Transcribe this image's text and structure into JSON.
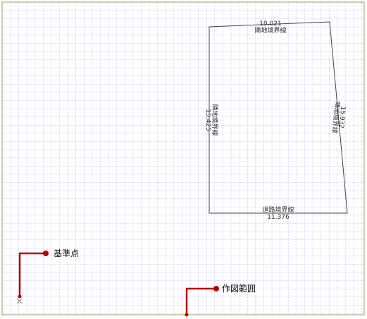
{
  "colors": {
    "grid": "#aab0ee",
    "frame": "#a6b07a",
    "outline": "#444444",
    "callout": "#b80000",
    "origin_mark": "#888888"
  },
  "boundaries": {
    "top": {
      "length": "10.021",
      "label": "隣地境界線"
    },
    "left": {
      "length": "15.425",
      "label": "隣地境界線"
    },
    "right": {
      "length": "15.932",
      "label": "隣地境界線"
    },
    "bottom": {
      "length": "11.376",
      "label": "道路境界線"
    }
  },
  "callouts": {
    "reference_point": "基準点",
    "drawing_area": "作図範囲"
  }
}
